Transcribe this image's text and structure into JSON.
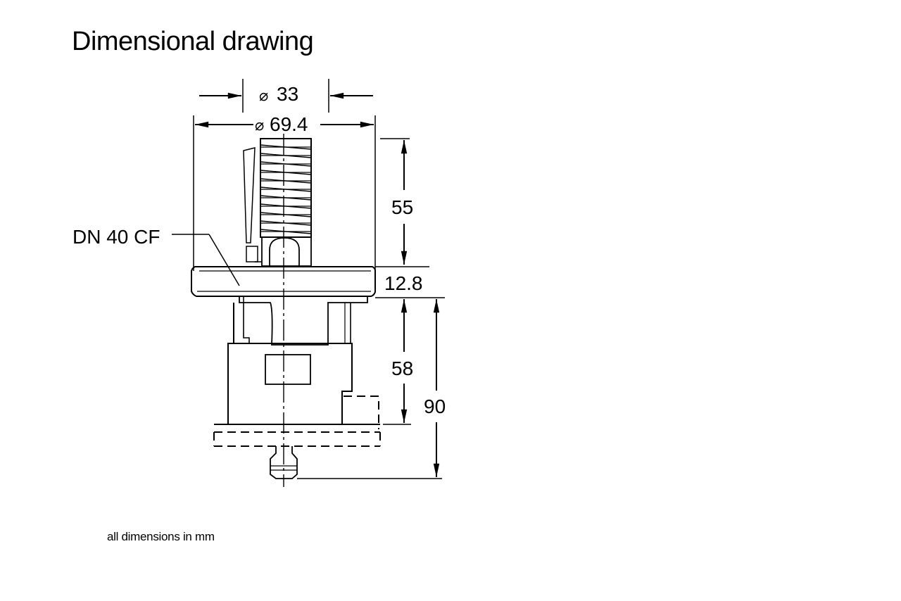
{
  "title": "Dimensional drawing",
  "dimensions": {
    "inner_diameter": "33",
    "outer_diameter": "69.4",
    "diameter_symbol": "⌀",
    "upper_height": "55",
    "flange_thickness": "12.8",
    "lower_height": "58",
    "total_lower_height": "90"
  },
  "callouts": {
    "flange_label": "DN 40 CF"
  },
  "footnote": "all dimensions in mm"
}
